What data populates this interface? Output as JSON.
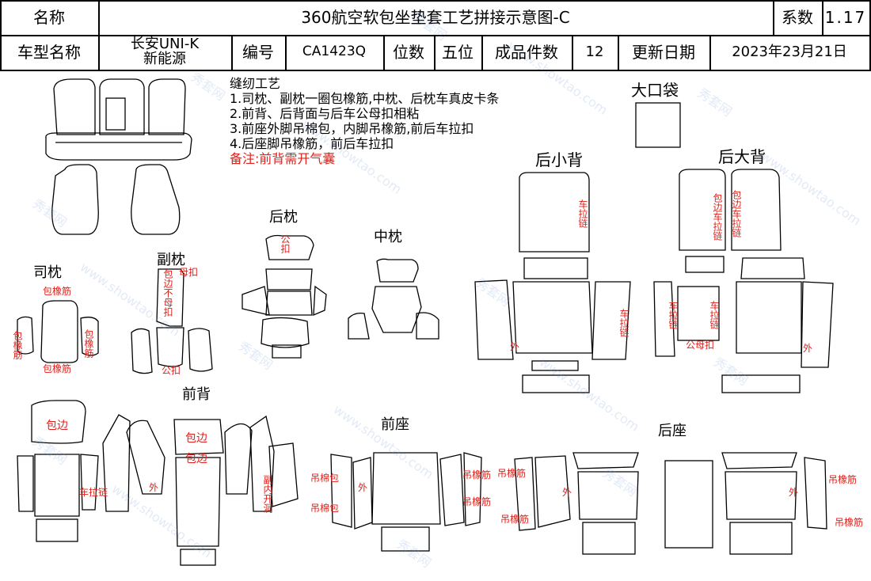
{
  "header": {
    "name_label": "名称",
    "title": "360航空软包坐垫套工艺拼接示意图-C",
    "coef_label": "系数",
    "coef_value": "1.17",
    "model_label": "车型名称",
    "model_line1": "长安UNI-K",
    "model_line2": "新能源",
    "code_label": "编号",
    "code_value": "CA1423Q",
    "seats_label": "位数",
    "seats_value": "五位",
    "pieces_label": "成品件数",
    "pieces_value": "12",
    "date_label": "更新日期",
    "date_value": "2023年23月21日"
  },
  "notes": {
    "title": "缝纫工艺",
    "lines": [
      "1.司枕、副枕一圈包橡筋,中枕、后枕车真皮卡条",
      "2.前背、后背面与后车公母扣相粘",
      "3.前座外脚吊棉包，内脚吊橡筋,前后车拉扣",
      "4.后座脚吊橡筋，前后车拉扣"
    ],
    "remark": "备注:前背需开气囊"
  },
  "sections": {
    "big_pocket": "大口袋",
    "rear_small_back": "后小背",
    "rear_big_back": "后大背",
    "rear_headrest": "后枕",
    "mid_headrest": "中枕",
    "driver_headrest": "司枕",
    "passenger_headrest": "副枕",
    "front_back": "前背",
    "front_seat": "前座",
    "rear_seat": "后座"
  },
  "annotations": {
    "wrap_elastic": "包橡筋",
    "wrap_elastic_v": "包橡筋",
    "male_buckle": "公扣",
    "female_buckle": "母扣",
    "wrap_female_buckle": "包边不母扣",
    "male_buckle_v": "公扣",
    "car_pull_chain_v": "车拉链",
    "wrap_car_pull_chain": "包边车拉链",
    "male_female_buckle": "公母扣",
    "outer": "外",
    "wrap_edge": "包边",
    "car_pull_chain": "车拉链",
    "passenger_hole": "副内开洞",
    "hang_cotton": "吊棉包",
    "hang_elastic": "吊橡筋"
  },
  "watermark": {
    "text": "秀套网",
    "url": "www.showtao.com"
  },
  "colors": {
    "annotation": "#e0201a",
    "line": "#000000",
    "watermark": "#7a9fd8"
  }
}
